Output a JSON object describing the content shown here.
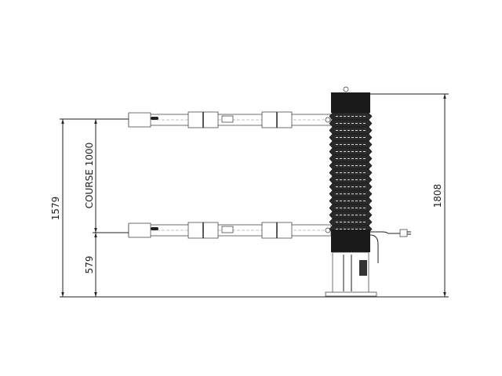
{
  "dimensions": {
    "total_height_left": "1579",
    "stroke": "COURSE 1000",
    "lower_height": "579",
    "total_height_right": "1808"
  },
  "colors": {
    "line": "#222222",
    "background": "#ffffff"
  }
}
